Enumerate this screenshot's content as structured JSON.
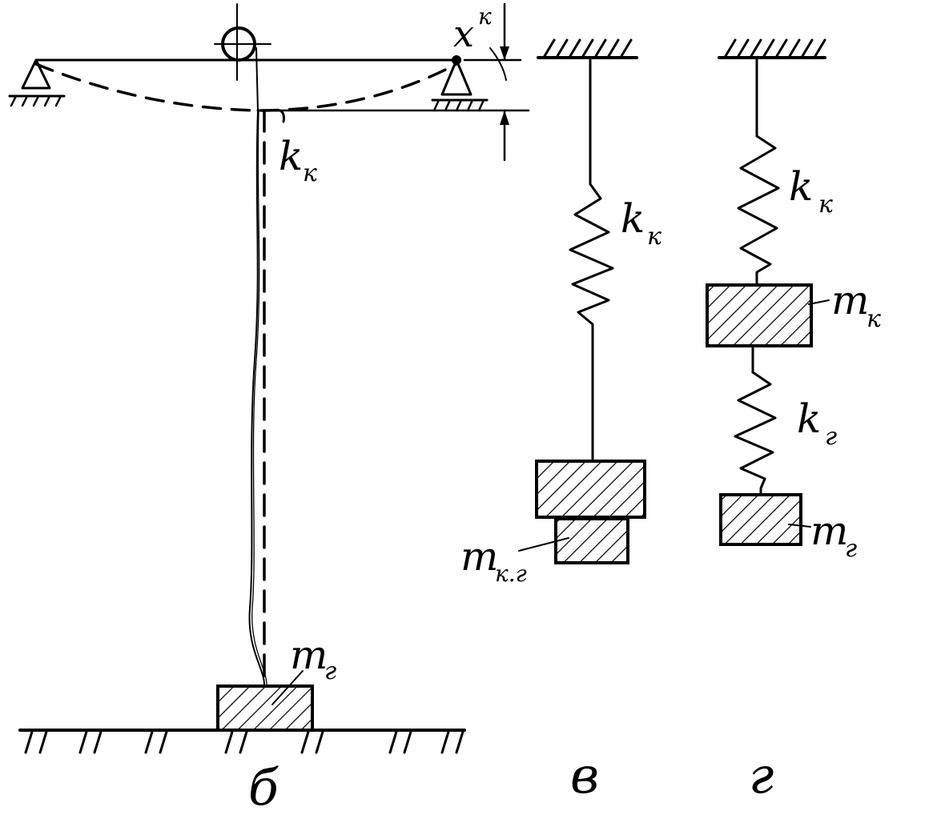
{
  "panels": {
    "b": {
      "caption": "б",
      "spring_label": {
        "main": "k",
        "sub": "к"
      },
      "mass_label": {
        "main": "m",
        "sub": "г"
      },
      "deflection_label": {
        "main": "x",
        "sup": "к"
      }
    },
    "v": {
      "caption": "в",
      "spring_label": {
        "main": "k",
        "sub": "к"
      },
      "mass_label": {
        "main": "m",
        "sub": "к.г"
      }
    },
    "g": {
      "caption": "г",
      "spring1_label": {
        "main": "k",
        "sub": "к"
      },
      "mass1_label": {
        "main": "m",
        "sub": "к"
      },
      "spring2_label": {
        "main": "k",
        "sub": "г"
      },
      "mass2_label": {
        "main": "m",
        "sub": "г"
      }
    }
  },
  "colors": {
    "ink": "#000000",
    "background": "#ffffff"
  }
}
